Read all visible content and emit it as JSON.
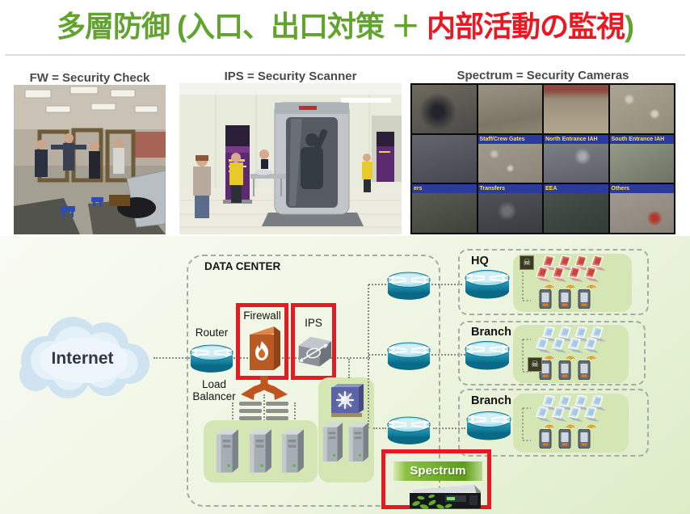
{
  "title": {
    "part1": "多層防御 (入口、出口対策 ＋ ",
    "highlight": "内部活動の監視",
    "part2": ")"
  },
  "photos": [
    {
      "caption": "FW = Security Check"
    },
    {
      "caption": "IPS = Security Scanner"
    },
    {
      "caption": "Spectrum = Security Cameras"
    }
  ],
  "cctv": {
    "labels": [
      "",
      "",
      "",
      "",
      "",
      "Staff/Crew Gates",
      "North Entrance IAH",
      "South Entrance IAH",
      "ers",
      "Transfers",
      "EEA",
      "Others"
    ]
  },
  "diagram": {
    "internet_label": "Internet",
    "datacenter_label": "DATA CENTER",
    "router_label": "Router",
    "firewall_label": "Firewall",
    "ips_label": "IPS",
    "load_balancer_line1": "Load",
    "load_balancer_line2": "Balancer",
    "spectrum_label": "Spectrum",
    "sites": [
      {
        "label": "HQ"
      },
      {
        "label": "Branch"
      },
      {
        "label": "Branch"
      }
    ],
    "colors": {
      "title_green": "#61a42d",
      "title_red": "#ee1620",
      "highlight_box_red": "#e41b23",
      "site_green_fill": "#d4e6b3",
      "router_teal": "#1591b4",
      "firewall_orange": "#b85a24",
      "infected_laptop_red": "#e2766b",
      "clean_laptop_blue": "#c9e0f2",
      "spectrum_banner_green": "#5d9d1c",
      "cctv_label_blue": "#2b3a9e",
      "cctv_label_yellow": "#ffe24a"
    }
  },
  "icons": {
    "skull": "☠"
  }
}
